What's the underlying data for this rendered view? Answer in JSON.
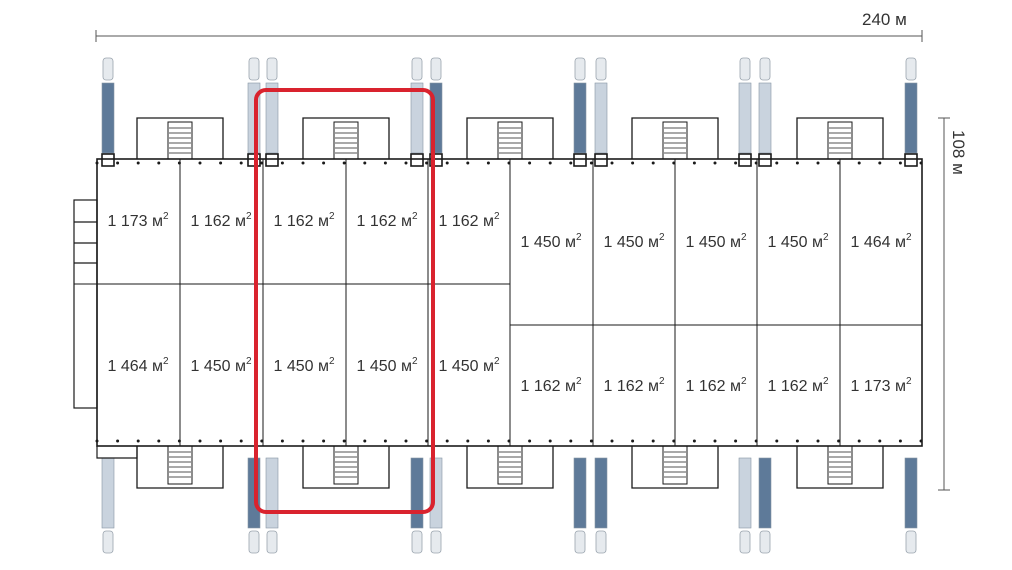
{
  "dimensions": {
    "width_label": "240 м",
    "depth_label": "108 м"
  },
  "units": {
    "top_row": [
      {
        "number": "1 173",
        "unit": "м",
        "exp": "2"
      },
      {
        "number": "1 162",
        "unit": "м",
        "exp": "2"
      },
      {
        "number": "1 162",
        "unit": "м",
        "exp": "2"
      },
      {
        "number": "1 162",
        "unit": "м",
        "exp": "2"
      },
      {
        "number": "1 162",
        "unit": "м",
        "exp": "2"
      },
      {
        "number": "1 450",
        "unit": "м",
        "exp": "2"
      },
      {
        "number": "1 450",
        "unit": "м",
        "exp": "2"
      },
      {
        "number": "1 450",
        "unit": "м",
        "exp": "2"
      },
      {
        "number": "1 450",
        "unit": "м",
        "exp": "2"
      },
      {
        "number": "1 464",
        "unit": "м",
        "exp": "2"
      }
    ],
    "bottom_row": [
      {
        "number": "1 464",
        "unit": "м",
        "exp": "2"
      },
      {
        "number": "1 450",
        "unit": "м",
        "exp": "2"
      },
      {
        "number": "1 450",
        "unit": "м",
        "exp": "2"
      },
      {
        "number": "1 450",
        "unit": "м",
        "exp": "2"
      },
      {
        "number": "1 450",
        "unit": "м",
        "exp": "2"
      },
      {
        "number": "1 162",
        "unit": "м",
        "exp": "2"
      },
      {
        "number": "1 162",
        "unit": "м",
        "exp": "2"
      },
      {
        "number": "1 162",
        "unit": "м",
        "exp": "2"
      },
      {
        "number": "1 162",
        "unit": "м",
        "exp": "2"
      },
      {
        "number": "1 173",
        "unit": "м",
        "exp": "2"
      }
    ]
  },
  "colors": {
    "line": "#1a1a1a",
    "highlight": "#d9232e",
    "text": "#333333",
    "truck_dark": "#5e7a99",
    "truck_light": "#c9d3de"
  }
}
